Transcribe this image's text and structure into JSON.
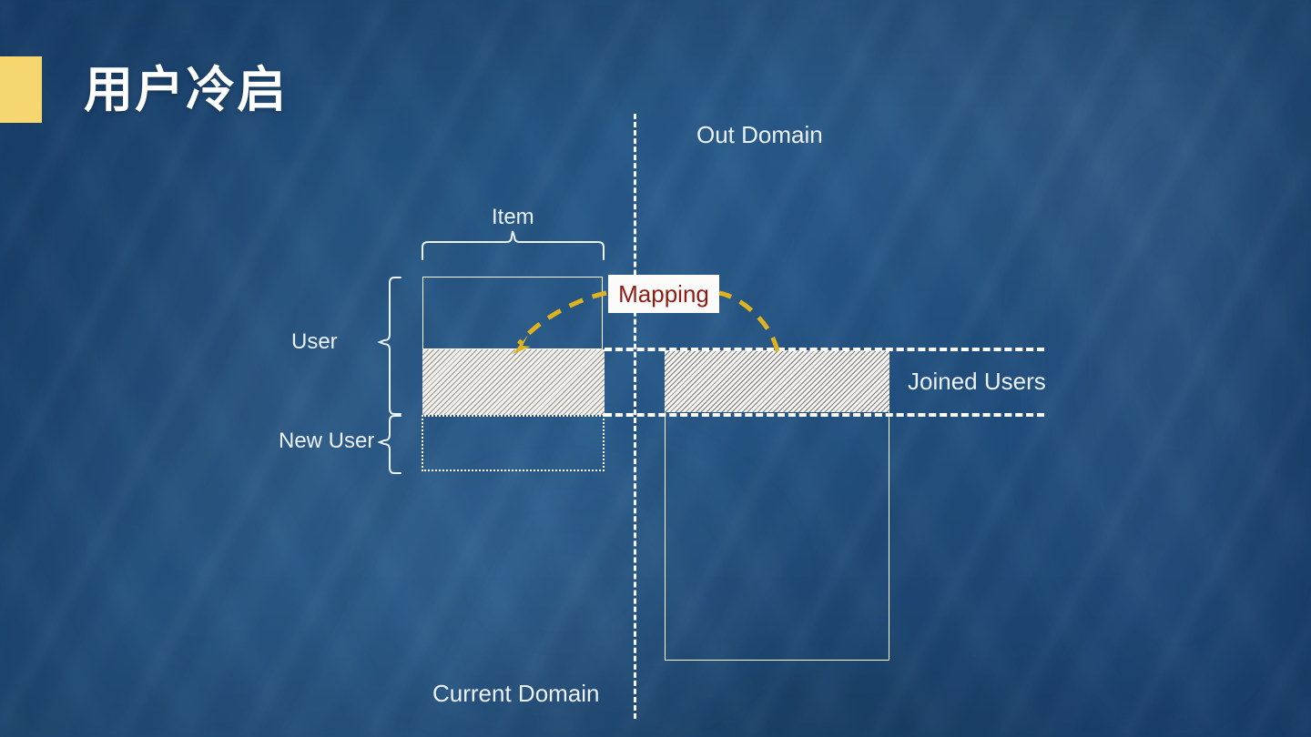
{
  "slide": {
    "title": "用户冷启",
    "background_color": "#23527f",
    "accent_color": "#f5d66f",
    "text_color": "#eaf1f8"
  },
  "diagram": {
    "type": "cross-domain user cold-start schematic",
    "domains": {
      "current": "Current Domain",
      "out": "Out Domain"
    },
    "axis_labels": {
      "item": "Item",
      "user": "User",
      "new_user": "New User"
    },
    "regions": {
      "joined_users": "Joined Users",
      "mapping": "Mapping"
    },
    "mapping_color": "#8e1b14",
    "arrow_color": "#dfb320",
    "hatch_fill": "#f2f0ea",
    "boxes": [
      {
        "name": "current-domain-item-user-box",
        "fill": "none",
        "stroke": "solid-white"
      },
      {
        "name": "current-domain-joined-users-hatch",
        "fill": "hatched",
        "stroke": "none"
      },
      {
        "name": "current-domain-new-user-box",
        "fill": "none",
        "stroke": "dotted-white"
      },
      {
        "name": "out-domain-joined-users-hatch",
        "fill": "hatched",
        "stroke": "none"
      },
      {
        "name": "out-domain-box",
        "fill": "none",
        "stroke": "solid-white"
      }
    ]
  }
}
